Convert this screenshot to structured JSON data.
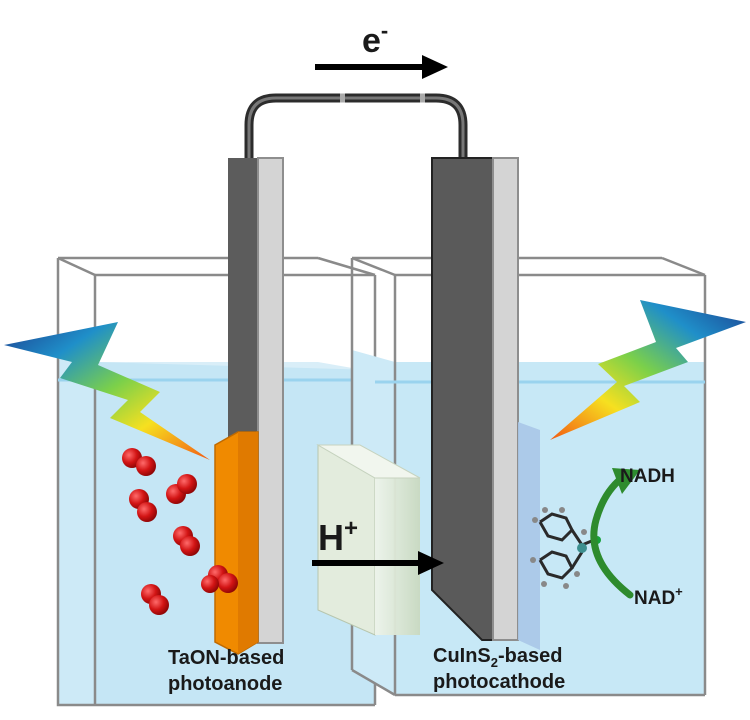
{
  "electron_label": "e",
  "electron_charge": "-",
  "proton_label": "H",
  "proton_charge": "+",
  "product_label": "NADH",
  "reactant_label": "NAD",
  "reactant_charge": "+",
  "anode_label": {
    "line1": "TaON-based",
    "line2": "photoanode"
  },
  "cathode_label": {
    "line1_pre": "CuInS",
    "line1_sub": "2",
    "line1_post": "-based",
    "line2": "photocathode"
  },
  "colors": {
    "water": "#cdeaf7",
    "membrane": "#dbe7d3",
    "anode_film": "#f08a00",
    "cathode_film": "#a9c7e8",
    "electrode": "#5c5c5c",
    "bubble": "#cc1010",
    "reaction_arrow": "#2e8b2e"
  },
  "icons": [
    "light-bolt-icon",
    "oxygen-bubble-icon",
    "catalyst-molecule-icon"
  ]
}
